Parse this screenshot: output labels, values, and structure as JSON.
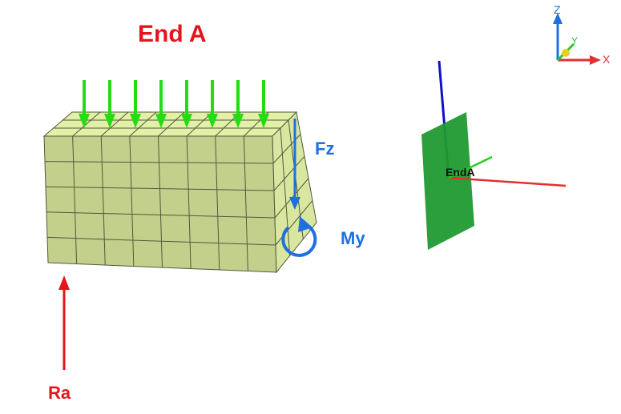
{
  "title": "End A",
  "force_label": "Fz",
  "moment_label": "My",
  "reaction_label": "Ra",
  "plane_label": "EndA",
  "triad": {
    "z": "Z",
    "y": "Y",
    "x": "X"
  },
  "colors": {
    "title": "#e8141b",
    "force": "#1f6fe0",
    "reaction": "#e8141b",
    "load": "#22dd11",
    "mesh_front": "#c2d08c",
    "mesh_top": "#e2f0a8",
    "mesh_side": "#d8e6a0",
    "mesh_line": "#4e5a3c",
    "plane": "#1f9a30",
    "axis_blue": "#1010c8",
    "axis_red": "#e03030",
    "axis_green": "#22cc22"
  },
  "load_arrow_count": 8,
  "mesh_cols": 8,
  "mesh_rows": 5
}
